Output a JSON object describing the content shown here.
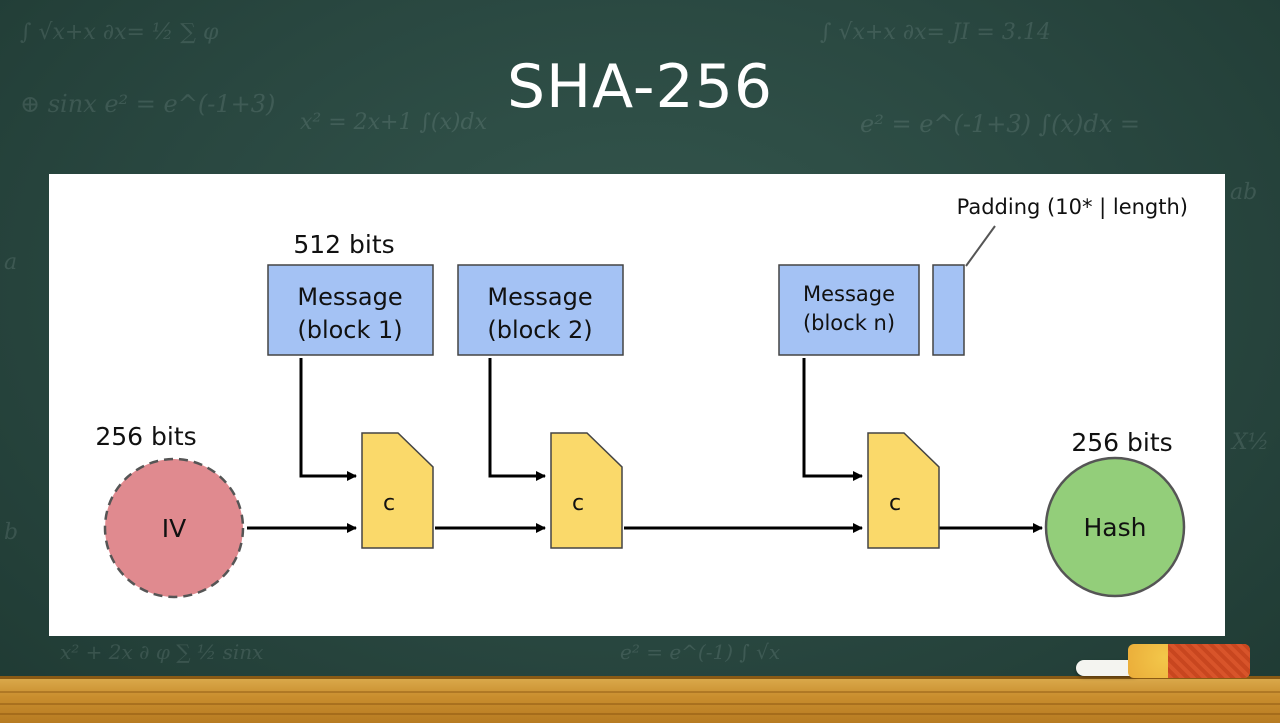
{
  "title": "SHA-256",
  "diagram": {
    "padding_label": "Padding (10* | length)",
    "block_size_label": "512 bits",
    "iv_size_label": "256 bits",
    "hash_size_label": "256 bits",
    "blocks": [
      {
        "line1": "Message",
        "line2": "(block 1)"
      },
      {
        "line1": "Message",
        "line2": "(block 2)"
      },
      {
        "line1": "Message",
        "line2": "(block n)"
      }
    ],
    "compress_label": "c",
    "iv_label": "IV",
    "hash_label": "Hash",
    "colors": {
      "message_block": "#a4c2f4",
      "compression": "#fad96a",
      "iv": "#e08a8f",
      "hash": "#93ce7a",
      "outline": "#444444"
    }
  }
}
